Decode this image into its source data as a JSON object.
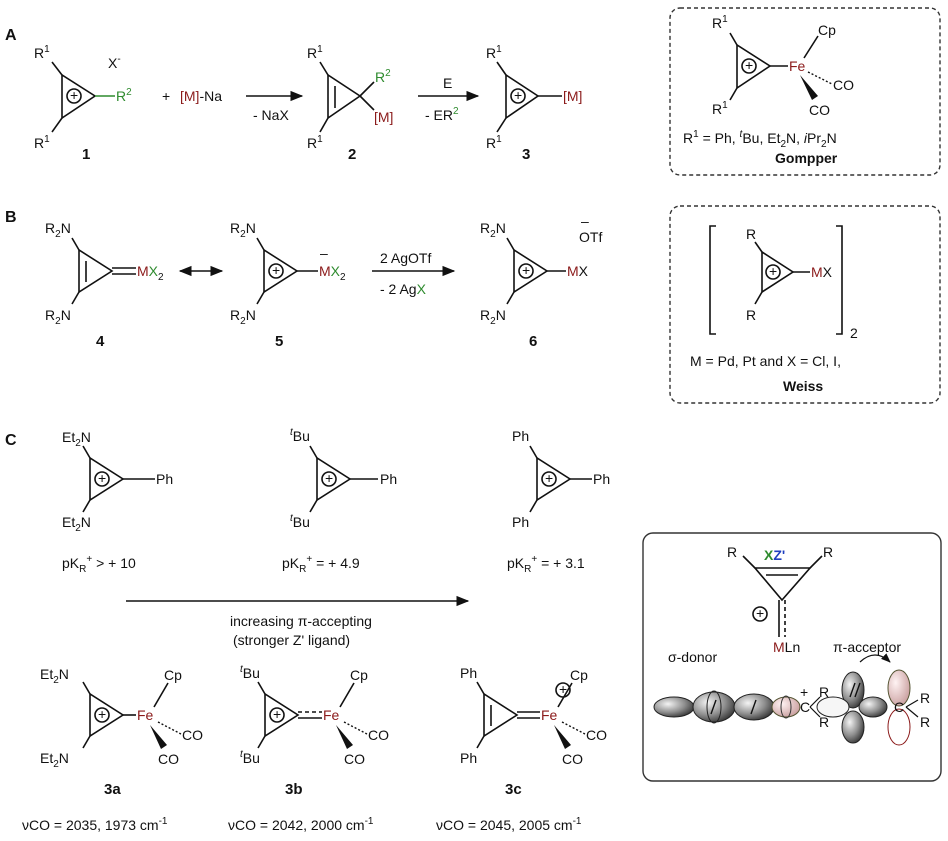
{
  "sections": {
    "a": "A",
    "b": "B",
    "c": "C"
  },
  "section_a": {
    "r1": "R",
    "sup1": "1",
    "r2": "R",
    "sup2": "2",
    "anion": "X",
    "anion_charge": "-",
    "plus": "+",
    "metal": "[M]",
    "reagent_rest": "-Na",
    "arrow1_below": "- NaX",
    "arrow2_above": "E",
    "arrow2_below_prefix": "- ER",
    "compound_1": "1",
    "compound_2": "2",
    "compound_3": "3"
  },
  "gompper_box": {
    "cp": "Cp",
    "fe": "Fe",
    "co": "CO",
    "caption_prefix": "R",
    "caption_sup": "1",
    "caption_eq": " = Ph, ",
    "caption_t": "t",
    "caption_bu": "Bu, Et",
    "caption_sub2": "2",
    "caption_n": "N, ",
    "caption_ipr": "i",
    "caption_pr": "Pr",
    "caption_n2": "N",
    "name": "Gompper"
  },
  "section_b": {
    "r2n": "R",
    "sub2": "2",
    "n": "N",
    "m": "M",
    "x": "X",
    "arrow_above": "2 AgOTf",
    "arrow_below_prefix": "- 2 Ag",
    "arrow_below_x": "X",
    "counter_minus": "–",
    "counter": "OTf",
    "minus": "–",
    "compound_4": "4",
    "compound_5": "5",
    "compound_6": "6"
  },
  "weiss_box": {
    "r": "R",
    "mx": "MX",
    "sub": "2",
    "caption": "M = Pd, Pt and X = Cl, I,",
    "name": "Weiss"
  },
  "section_c": {
    "et2n": "Et",
    "n": "N",
    "sub2": "2",
    "ph": "Ph",
    "t": "t",
    "bu": "Bu",
    "pk1": "> + 10",
    "pk2": "= + 4.9",
    "pk3": "= + 3.1",
    "pk_p": "pK",
    "pk_r": "R",
    "pk_plus": "+",
    "arrow_line1": "increasing π-accepting",
    "arrow_line2": "(stronger Z' ligand)",
    "cp": "Cp",
    "fe": "Fe",
    "co": "CO",
    "compound_3a": "3a",
    "compound_3b": "3b",
    "compound_3c": "3c",
    "ir1": "νCO = 2035, 1973 cm",
    "ir2": "νCO = 2042, 2000 cm",
    "ir3": "νCO = 2045, 2005 cm",
    "ir_sup": "-1"
  },
  "orbital_box": {
    "x": "X",
    "z": "Z'",
    "r": "R",
    "m": "M",
    "ln": "Ln",
    "sigma": "σ-donor",
    "pi": "π-acceptor",
    "c": "C",
    "cplus": "+"
  }
}
